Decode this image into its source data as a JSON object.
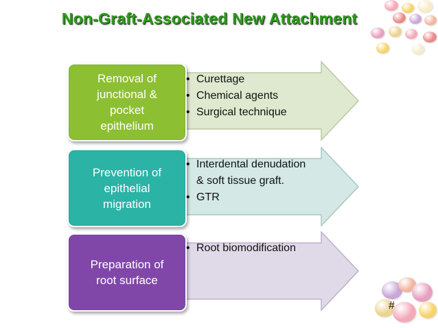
{
  "slide": {
    "title": "Non-Graft-Associated New Attachment",
    "number": "#"
  },
  "rows": [
    {
      "box_lines": [
        "Removal of",
        "junctional &",
        "pocket",
        "epithelium"
      ],
      "box_color": "#8dbf33",
      "arrow_fill": "#dfe9cf",
      "arrow_stroke": "#b9c9a3",
      "bullets": [
        [
          "Curettage"
        ],
        [
          "Chemical agents"
        ],
        [
          "Surgical technique"
        ]
      ]
    },
    {
      "box_lines": [
        "Prevention of",
        "epithelial",
        "migration"
      ],
      "box_color": "#2bb3a6",
      "arrow_fill": "#d4e8e6",
      "arrow_stroke": "#a8c8c4",
      "bullets": [
        [
          "Interdental denudation",
          "& soft tissue graft."
        ],
        [
          "GTR"
        ]
      ]
    },
    {
      "box_lines": [
        "Preparation of",
        "root surface"
      ],
      "box_color": "#8047a9",
      "arrow_fill": "#e0d9e8",
      "arrow_stroke": "#bdb1cc",
      "bullets": [
        [
          "Root biomodification"
        ]
      ]
    }
  ],
  "decor": {
    "candy_colors": [
      "#f4a9b8",
      "#f6d36b",
      "#f7ecc8",
      "#e98a8a",
      "#c9a7d8",
      "#f2b6a0",
      "#e8a0c0",
      "#ecd390"
    ]
  }
}
